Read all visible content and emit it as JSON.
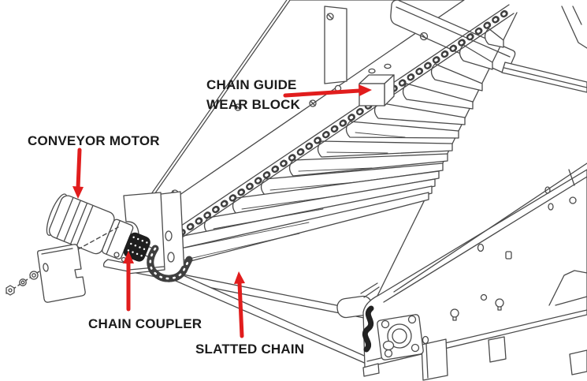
{
  "diagram": {
    "type": "technical-illustration",
    "subject": "slatted chain conveyor drive components",
    "background": "#ffffff",
    "line_color": "#4a4a4a",
    "arrow_color": "#e11d1d",
    "label_color": "#1b1b1b",
    "callouts": {
      "chain_guide_wear_block": {
        "line1": "CHAIN GUIDE",
        "line2": "WEAR BLOCK"
      },
      "conveyor_motor": {
        "line1": "CONVEYOR MOTOR"
      },
      "chain_coupler": {
        "line1": "CHAIN COUPLER"
      },
      "slatted_chain": {
        "line1": "SLATTED CHAIN"
      }
    }
  }
}
